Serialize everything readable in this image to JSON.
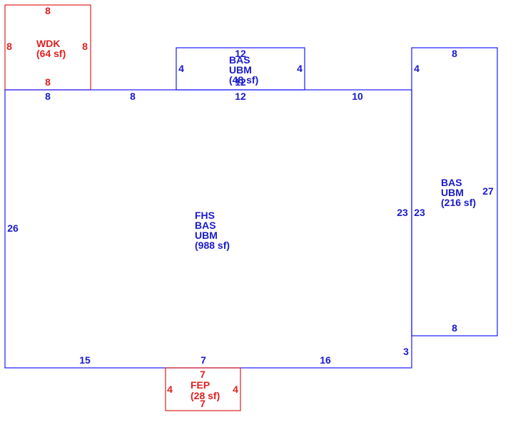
{
  "colors": {
    "blue": "#1a1aff",
    "red": "#e02020"
  },
  "areas": {
    "wdk": {
      "code": "WDK",
      "area": "(64 sf)",
      "dims": {
        "top": "8",
        "left": "8",
        "right": "8",
        "bottom": "8"
      }
    },
    "bas_top": {
      "codes": [
        "BAS",
        "UBM"
      ],
      "area": "(48 sf)",
      "dims": {
        "top": "12",
        "left": "4",
        "right": "4",
        "bottom": "12"
      }
    },
    "main": {
      "codes": [
        "FHS",
        "BAS",
        "UBM"
      ],
      "area": "(988 sf)",
      "dims": {
        "top_a": "8",
        "top_b": "8",
        "top_c": "12",
        "top_d": "10",
        "left": "26",
        "right_upper": "23",
        "right_lower": "3",
        "bottom_a": "15",
        "bottom_b": "7",
        "bottom_c": "16"
      }
    },
    "bas_right": {
      "codes": [
        "BAS",
        "UBM"
      ],
      "area": "(216 sf)",
      "dims": {
        "top": "8",
        "left_top": "4",
        "left": "23",
        "right": "27",
        "bottom": "8"
      }
    },
    "fep": {
      "code": "FEP",
      "area": "(28 sf)",
      "dims": {
        "top": "7",
        "left": "4",
        "right": "4",
        "bottom": "7"
      }
    }
  }
}
